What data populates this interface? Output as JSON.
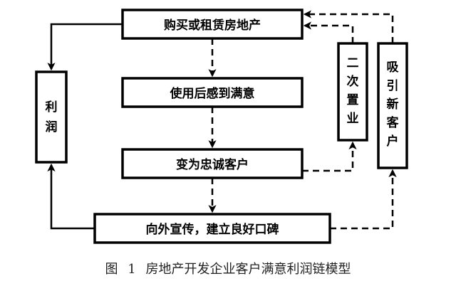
{
  "nodes": {
    "buy_or_rent": "购买或租赁房地产",
    "satisfaction": "使用后感到满意",
    "loyal_customer": "变为忠诚客户",
    "word_of_mouth": "向外宣传，建立良好口碑",
    "profit": [
      "利",
      "润"
    ],
    "repurchase": [
      "二",
      "次",
      "置",
      "业"
    ],
    "new_customers": [
      "吸",
      "引",
      "新",
      "客",
      "户"
    ]
  },
  "caption": {
    "label": "图",
    "number": "1",
    "text": "房地产开发企业客户满意利润链模型"
  }
}
